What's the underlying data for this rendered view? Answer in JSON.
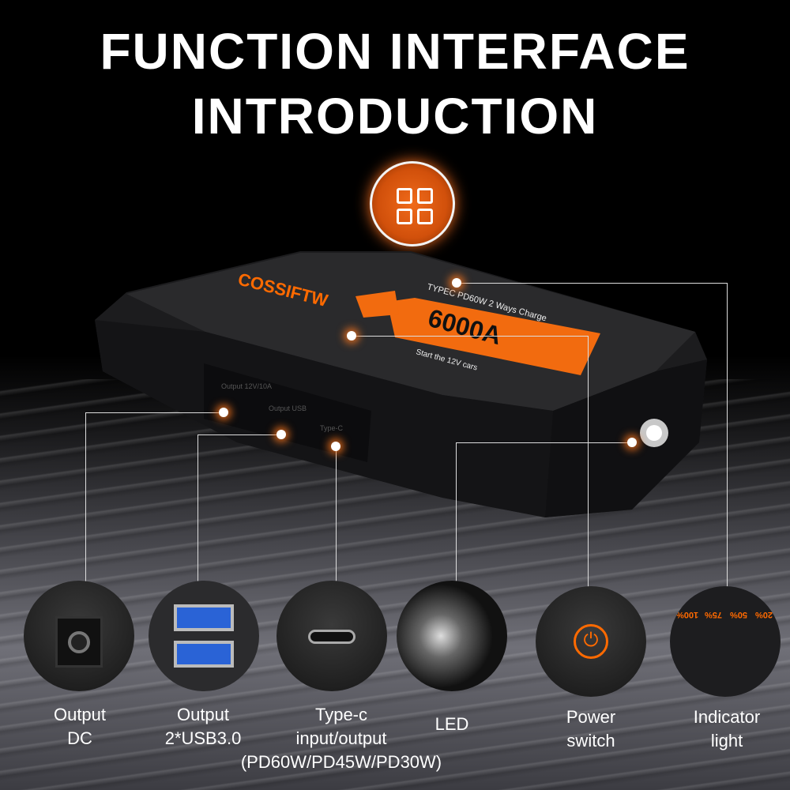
{
  "title": {
    "line1": "FUNCTION INTERFACE",
    "line2": "INTRODUCTION"
  },
  "device": {
    "brand": "COSSIFTW",
    "rating": "6000A",
    "tagline": "TYPEC PD60W 2 Ways Charge",
    "subtitle": "Start the 12V cars",
    "port_labels": [
      "Output 12V/10A",
      "Output USB",
      "Type-C"
    ]
  },
  "indicator_levels": [
    "100%",
    "75%",
    "50%",
    "20%"
  ],
  "features": [
    {
      "name": "output-dc",
      "lines": [
        "Output",
        "DC"
      ]
    },
    {
      "name": "output-usb",
      "lines": [
        "Output",
        "2*USB3.0"
      ]
    },
    {
      "name": "type-c",
      "lines": [
        "Type-c",
        "input/output",
        "(PD60W/PD45W/PD30W)"
      ]
    },
    {
      "name": "led",
      "lines": [
        "LED"
      ]
    },
    {
      "name": "power-switch",
      "lines": [
        "Power",
        "switch"
      ]
    },
    {
      "name": "indicator-light",
      "lines": [
        "Indicator",
        "light"
      ]
    }
  ],
  "colors": {
    "accent": "#ff6a00"
  }
}
